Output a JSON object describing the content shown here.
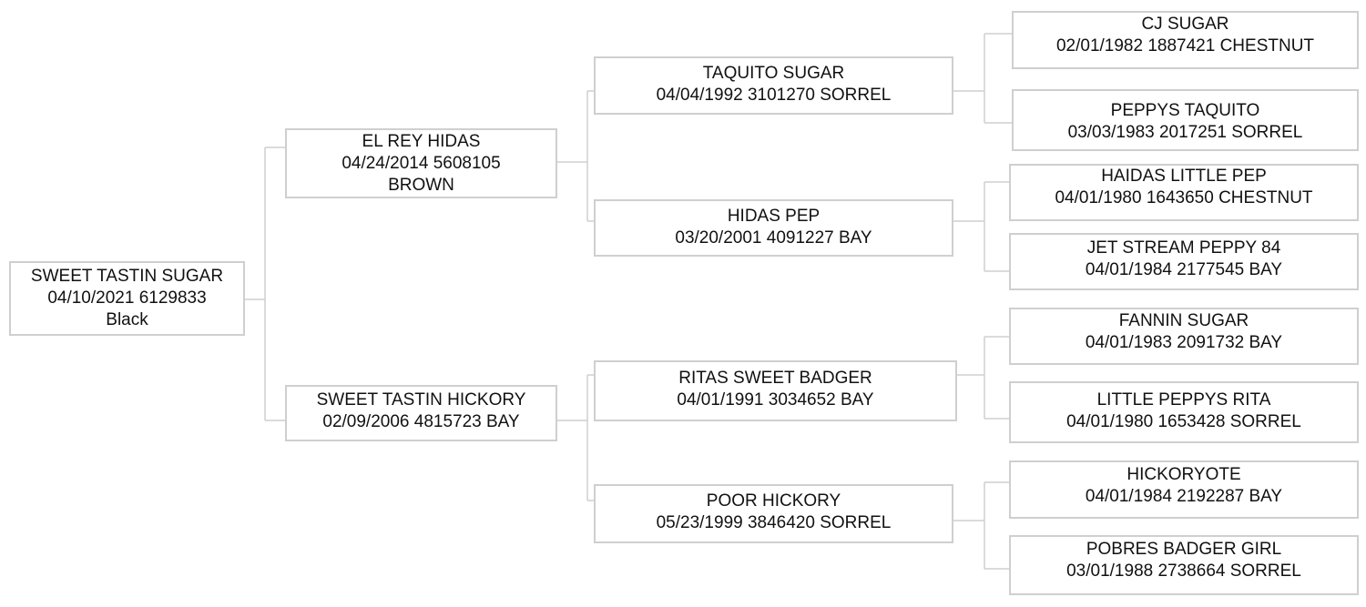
{
  "colors": {
    "border": "#cfcfcf",
    "connector": "#cfcfcf",
    "text": "#111111",
    "background": "#ffffff"
  },
  "pedigree": {
    "subject": {
      "line1": "SWEET TASTIN SUGAR",
      "line2": "04/10/2021 6129833",
      "line3": "Black"
    },
    "sire": {
      "line1": "EL REY HIDAS",
      "line2": "04/24/2014 5608105",
      "line3": "BROWN"
    },
    "dam": {
      "line1": "SWEET TASTIN HICKORY",
      "line2": "02/09/2006 4815723 BAY"
    },
    "sire_sire": {
      "line1": "TAQUITO SUGAR",
      "line2": "04/04/1992 3101270 SORREL"
    },
    "sire_dam": {
      "line1": "HIDAS PEP",
      "line2": "03/20/2001 4091227 BAY"
    },
    "dam_sire": {
      "line1": "RITAS SWEET BADGER",
      "line2": "04/01/1991 3034652 BAY"
    },
    "dam_dam": {
      "line1": "POOR HICKORY",
      "line2": "05/23/1999 3846420 SORREL"
    },
    "sss": {
      "line1": "CJ SUGAR",
      "line2": "02/01/1982 1887421 CHESTNUT"
    },
    "ssd": {
      "line1": "PEPPYS TAQUITO",
      "line2": "03/03/1983 2017251 SORREL"
    },
    "sds": {
      "line1": "HAIDAS LITTLE PEP",
      "line2": "04/01/1980 1643650 CHESTNUT"
    },
    "sdd": {
      "line1": "JET STREAM PEPPY  84",
      "line2": "04/01/1984 2177545 BAY"
    },
    "dss": {
      "line1": "FANNIN SUGAR",
      "line2": "04/01/1983 2091732 BAY"
    },
    "dsd": {
      "line1": "LITTLE PEPPYS RITA",
      "line2": "04/01/1980 1653428 SORREL"
    },
    "dds": {
      "line1": "HICKORYOTE",
      "line2": "04/01/1984 2192287 BAY"
    },
    "ddd": {
      "line1": "POBRES BADGER GIRL",
      "line2": "03/01/1988 2738664 SORREL"
    }
  }
}
